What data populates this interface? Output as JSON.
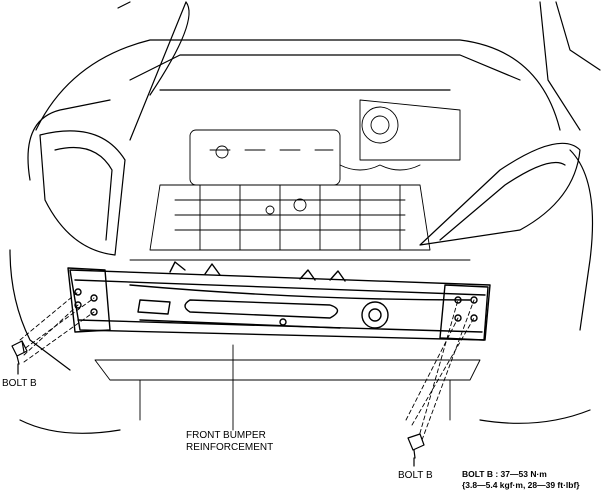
{
  "labels": {
    "bolt_left": "BOLT B",
    "bolt_right": "BOLT B",
    "reinforcement_line1": "FRONT BUMPER",
    "reinforcement_line2": "REINFORCEMENT"
  },
  "torque_spec": {
    "line1": "BOLT B : 37—53 N·m",
    "line2": "{3.8—5.4 kgf·m, 28—39 ft·lbf}"
  }
}
